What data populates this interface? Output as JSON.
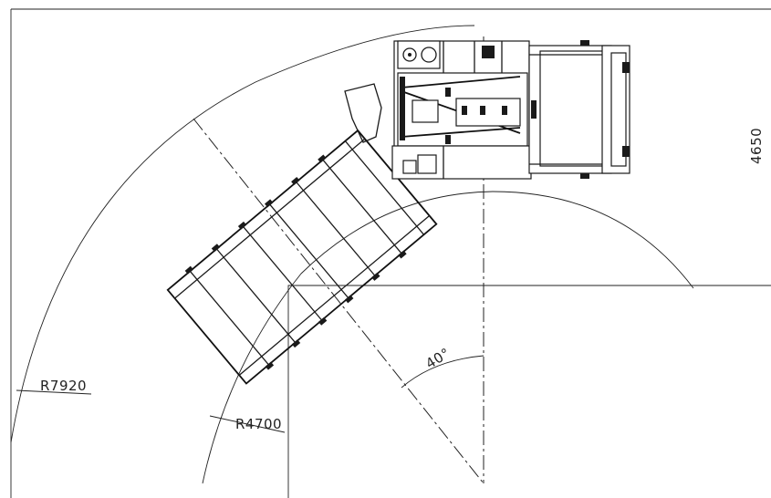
{
  "labels": {
    "outer_radius": "R7920",
    "inner_radius": "R4700",
    "angle": "40°",
    "side_dimension": "4650"
  }
}
